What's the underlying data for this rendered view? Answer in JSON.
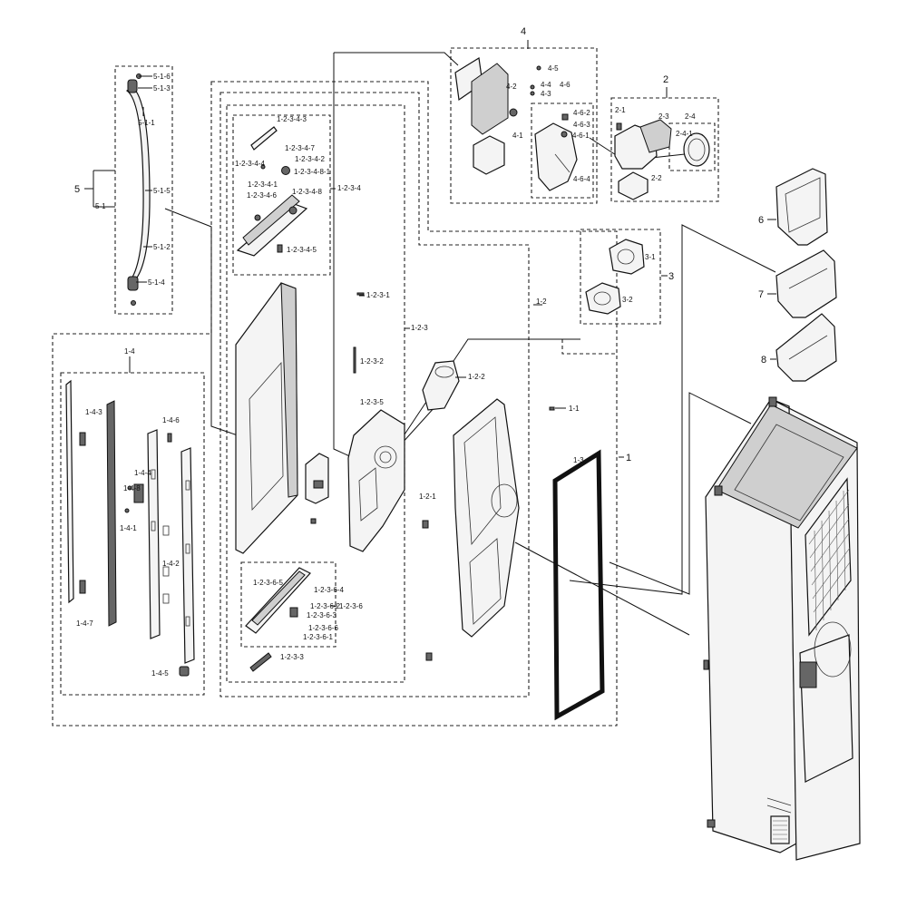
{
  "labels": {
    "l1": "1",
    "l1_1": "1-1",
    "l1_2": "1-2",
    "l1_2_1": "1-2-1",
    "l1_2_2": "1-2-2",
    "l1_2_3": "1-2-3",
    "l1_2_3_1": "1-2-3-1",
    "l1_2_3_2": "1-2-3-2",
    "l1_2_3_3": "1-2-3-3",
    "l1_2_3_4": "1-2-3-4",
    "l1_2_3_4_1": "1-2-3-4-1",
    "l1_2_3_4_2": "1-2-3-4-2",
    "l1_2_3_4_3": "1-2-3-4-3",
    "l1_2_3_4_4": "1-2-3-4-4",
    "l1_2_3_4_5": "1-2-3-4-5",
    "l1_2_3_4_6": "1-2-3-4-6",
    "l1_2_3_4_7": "1-2-3-4-7",
    "l1_2_3_4_8": "1-2-3-4-8",
    "l1_2_3_4_8_1": "1-2-3-4-8-1",
    "l1_2_3_5": "1-2-3-5",
    "l1_2_3_6": "1-2-3-6",
    "l1_2_3_6_1": "1-2-3-6-1",
    "l1_2_3_6_2": "1-2-3-6-2",
    "l1_2_3_6_3": "1-2-3-6-3",
    "l1_2_3_6_4": "1-2-3-6-4",
    "l1_2_3_6_5": "1-2-3-6-5",
    "l1_2_3_6_6": "1-2-3-6-6",
    "l1_3": "1-3",
    "l1_4": "1-4",
    "l1_4_1": "1-4-1",
    "l1_4_2": "1-4-2",
    "l1_4_3": "1-4-3",
    "l1_4_4": "1-4-4",
    "l1_4_5": "1-4-5",
    "l1_4_6": "1-4-6",
    "l1_4_7": "1-4-7",
    "l1_4_8": "1-4-8",
    "l2": "2",
    "l2_1": "2-1",
    "l2_2": "2-2",
    "l2_3": "2-3",
    "l2_4": "2-4",
    "l2_4_1": "2-4-1",
    "l3": "3",
    "l3_1": "3-1",
    "l3_2": "3-2",
    "l4": "4",
    "l4_1": "4-1",
    "l4_2": "4-2",
    "l4_3": "4-3",
    "l4_4": "4-4",
    "l4_5": "4-5",
    "l4_6": "4-6",
    "l4_6_1": "4-6-1",
    "l4_6_2": "4-6-2",
    "l4_6_3": "4-6-3",
    "l4_6_4": "4-6-4",
    "l5": "5",
    "l5_1": "5-1",
    "l5_1_1": "5-1-1",
    "l5_1_2": "5-1-2",
    "l5_1_3": "5-1-3",
    "l5_1_4": "5-1-4",
    "l5_1_5": "5-1-5",
    "l5_1_6": "5-1-6",
    "l6": "6",
    "l7": "7",
    "l8": "8"
  },
  "colors": {
    "line": "#111111",
    "fill_light": "#f4f4f4",
    "fill_dark": "#666666"
  }
}
